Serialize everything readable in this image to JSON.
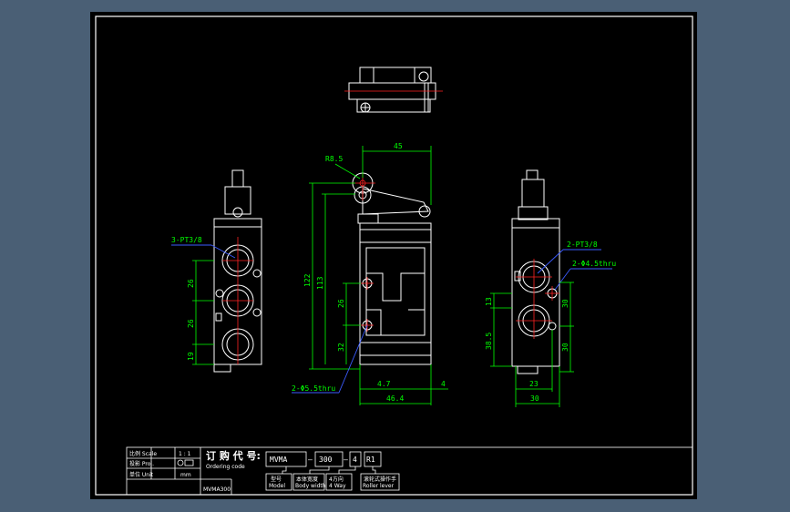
{
  "colors": {
    "background": "#4a5f75",
    "sheet": "#000000",
    "outline": "#ffffff",
    "dimension": "#00ff00",
    "leader": "#3b5bff",
    "center": "#ff2222"
  },
  "front_view": {
    "dim_top": "45",
    "dim_radius": "R8.5",
    "dim_total": "122",
    "dim_mid": "113",
    "dim_a": "26",
    "dim_b": "32",
    "dim_bottom_left": "4.7",
    "dim_bottom_right": "4",
    "dim_width": "46.4",
    "hole_note": "2-Φ5.5thru"
  },
  "side_view_left": {
    "port_note": "3-PT3/8",
    "dim_1": "26",
    "dim_2": "26",
    "dim_3": "19"
  },
  "side_view_right": {
    "port_note": "2-PT3/8",
    "hole_note": "2-Φ4.5thru",
    "dim_1": "13",
    "dim_2": "38.5",
    "dim_3": "30",
    "dim_4": "30",
    "dim_w1": "23",
    "dim_w2": "30"
  },
  "title_block": {
    "rows": [
      {
        "label": "比例 Scale",
        "value": "1 : 1"
      },
      {
        "label": "投影 Proj.",
        "value": ""
      },
      {
        "label": "单位 Unit",
        "value": "mm"
      }
    ],
    "order_title": "订 购 代 号:",
    "order_sub": "Ordering code",
    "code_model": "MVMA",
    "code_sep1": "—",
    "code_body": "300",
    "code_sep2": "—",
    "code_way": "4",
    "code_act": "R1",
    "legend": [
      {
        "cn": "型号",
        "en": "Model"
      },
      {
        "cn": "本体宽度",
        "en": "Body width"
      },
      {
        "cn": "4方向",
        "en": "4 Way"
      },
      {
        "cn": "滚轮式操作手",
        "en": "Roller lever"
      }
    ],
    "drawing_no": "MVMA300"
  }
}
